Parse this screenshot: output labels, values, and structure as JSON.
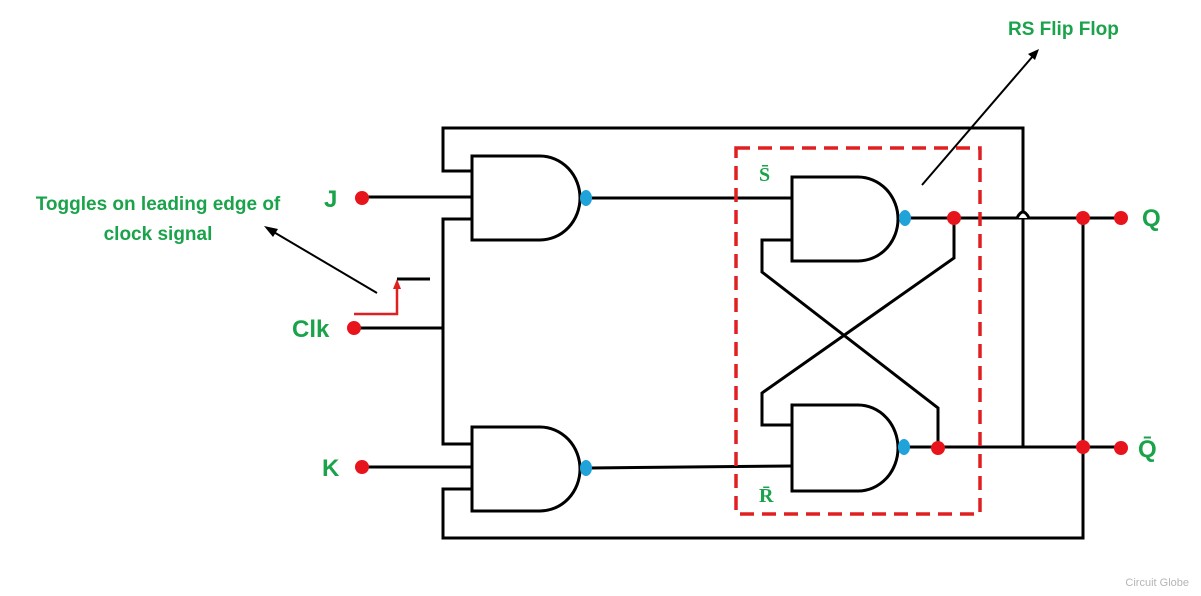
{
  "labels": {
    "j": "J",
    "clk": "Clk",
    "k": "K",
    "q": "Q",
    "q_bar": "Q̄",
    "s_bar": "S̄",
    "r_bar": "R̄",
    "rs_flip_flop": "RS Flip Flop",
    "toggle_line1": "Toggles on leading edge of",
    "toggle_line2": "clock signal",
    "watermark": "Circuit Globe"
  },
  "colors": {
    "wire": "#000000",
    "terminal": "#e8141c",
    "inverter_bubble": "#1fa3d9",
    "label_green": "#1aa34a",
    "dashed_box": "#e02020",
    "clock_pulse": "#e02020",
    "watermark": "#b5b5b5"
  }
}
